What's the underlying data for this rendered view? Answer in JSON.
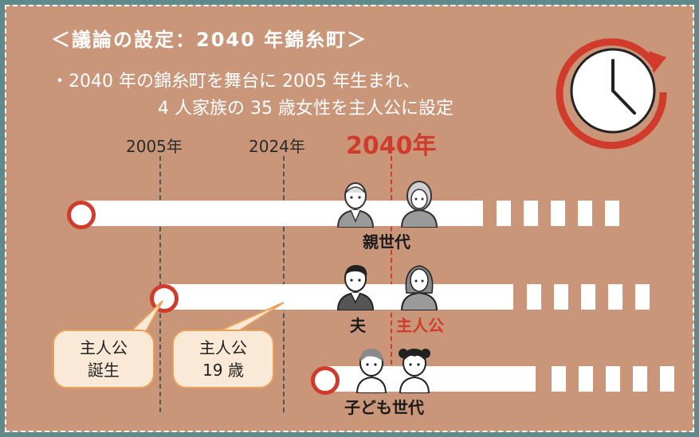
{
  "header": {
    "title": "＜議論の設定：2040 年錦糸町＞",
    "line1": "・2040 年の錦糸町を舞台に 2005 年生まれ、",
    "line2": "4 人家族の 35 歳女性を主人公に設定"
  },
  "years": {
    "y2005": "2005年",
    "y2024": "2024年",
    "y2040": "2040年"
  },
  "rows": {
    "parents": "親世代",
    "husband": "夫",
    "protagonist": "主人公",
    "children": "子ども世代"
  },
  "bubbles": {
    "birth_line1": "主人公",
    "birth_line2": "誕生",
    "age_line1": "主人公",
    "age_line2": "19 歳"
  },
  "icons": {
    "clock": "clock-icon",
    "grandfather": "grandfather-icon",
    "grandmother": "grandmother-icon",
    "husband": "man-icon",
    "protagonist": "woman-icon",
    "son": "boy-icon",
    "daughter": "girl-icon"
  },
  "colors": {
    "background": "#c9967a",
    "accent": "#d13b2c",
    "frame": "#5f8a8b"
  }
}
